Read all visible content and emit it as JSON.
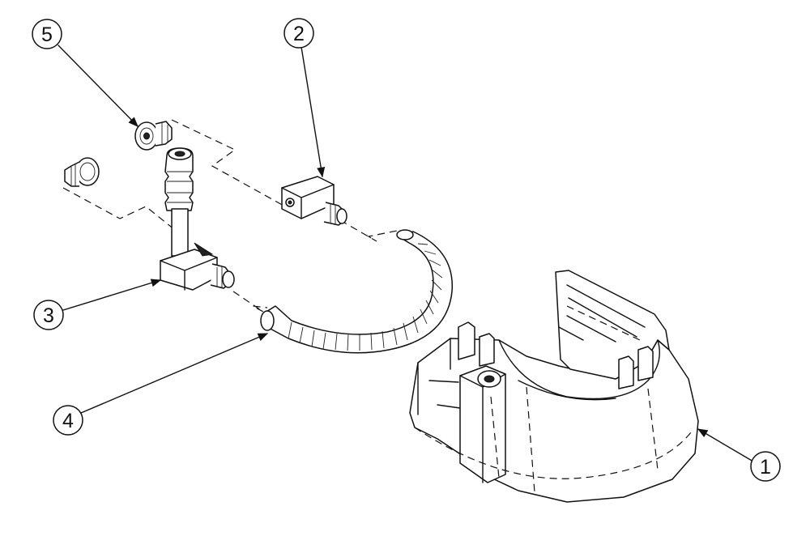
{
  "diagram": {
    "balloons": [
      {
        "id": "1",
        "label": "1",
        "part": "base-housing"
      },
      {
        "id": "2",
        "label": "2",
        "part": "elbow-fitting"
      },
      {
        "id": "3",
        "label": "3",
        "part": "tee-fitting-with-barb"
      },
      {
        "id": "4",
        "label": "4",
        "part": "flexible-hose"
      },
      {
        "id": "5",
        "label": "5",
        "part": "cap-plug"
      }
    ],
    "colors": {
      "line": "#111111",
      "background": "#ffffff"
    }
  }
}
